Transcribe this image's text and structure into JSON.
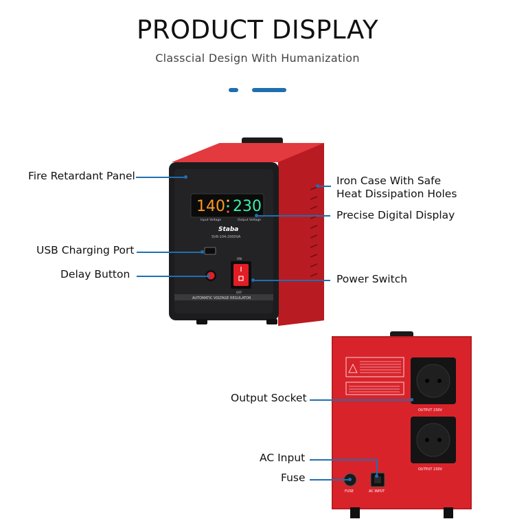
{
  "header": {
    "title": "PRODUCT DISPLAY",
    "subtitle": "Classcial Design With Humanization"
  },
  "callouts": {
    "fire_panel": "Fire Retardant Panel",
    "iron_case_1": "Iron Case With Safe",
    "iron_case_2": "Heat Dissipation Holes",
    "display": "Precise Digital Display",
    "usb": "USB Charging Port",
    "delay": "Delay Button",
    "power": "Power Switch",
    "output_socket": "Output Socket",
    "ac_input": "AC Input",
    "fuse": "Fuse"
  },
  "device_front": {
    "input_reading": "140",
    "output_reading": "230",
    "input_caption": "Input Voltage",
    "output_caption": "Output Voltage",
    "brand": "Staba",
    "model": "SVR-104-2000VA",
    "strip": "AUTOMATIC VOLTAGE REGULATOR",
    "switch_on": "ON",
    "switch_off": "OFF"
  },
  "device_back": {
    "output_label_1": "OUTPUT 230V",
    "output_label_2": "OUTPUT 230V",
    "fuse_label": "FUSE",
    "ac_label": "AC INPUT"
  },
  "colors": {
    "accent": "#1f6fb0",
    "case_red": "#d9232b",
    "panel_black": "#1c1c1e",
    "display_orange": "#ff9a1f",
    "display_green": "#38f0a6"
  }
}
